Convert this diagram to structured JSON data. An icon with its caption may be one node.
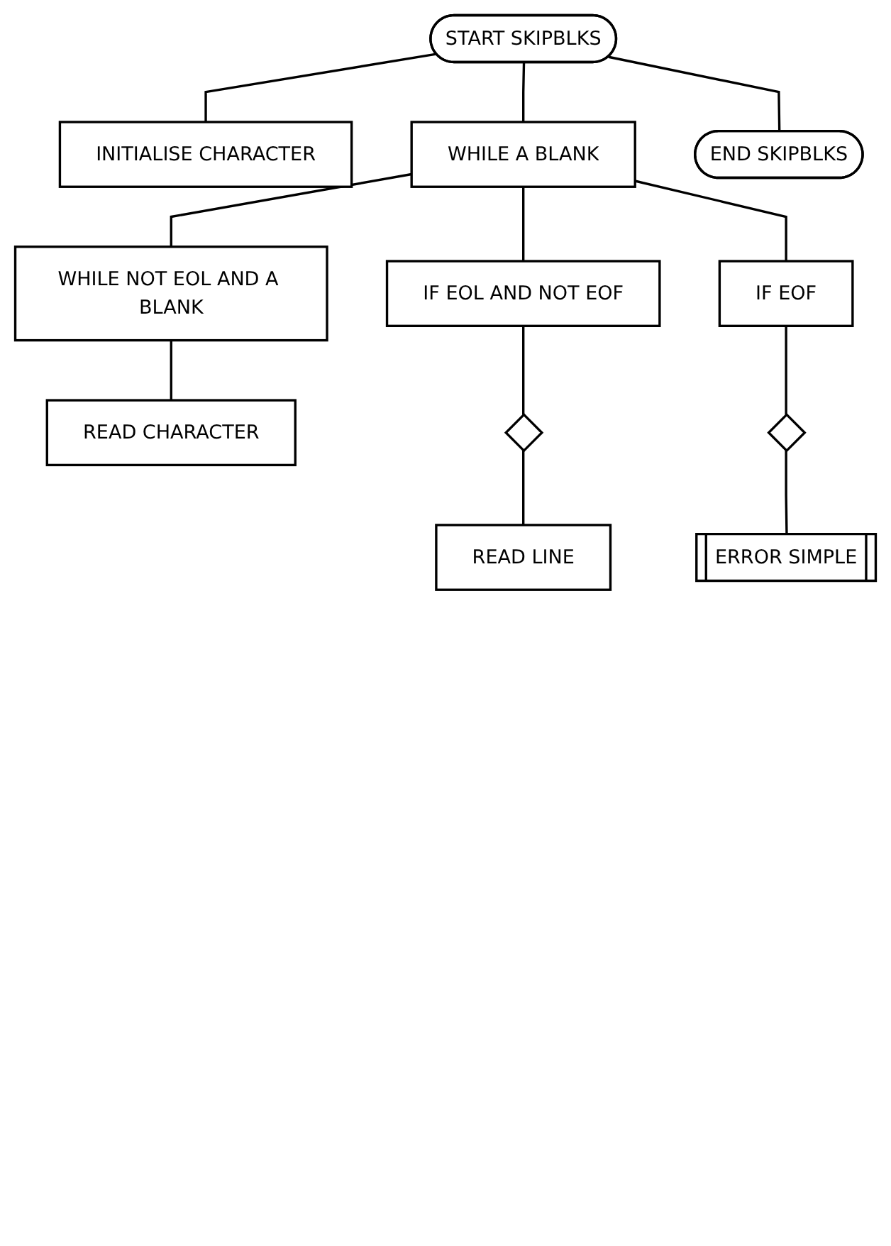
{
  "diagram": {
    "nodes": [
      {
        "text": [
          "START SKIPBLKS"
        ]
      },
      {
        "text": [
          "INITIALISE CHARACTER"
        ]
      },
      {
        "text": [
          "WHILE A BLANK"
        ]
      },
      {
        "text": [
          "WHILE NOT EOL AND A BLANK"
        ]
      },
      {
        "text": [
          "READ CHARACTER"
        ]
      },
      {
        "text": [
          "IF EOL AND NOT EOF"
        ]
      },
      {
        "text": [],
        "shape": "diamond"
      },
      {
        "text": [
          "READ LINE"
        ]
      },
      {
        "text": [
          "IF EOF"
        ]
      },
      {
        "text": [],
        "shape": "diamond"
      },
      {
        "text": [
          "ERROR SIMPLE"
        ]
      },
      {
        "text": [
          "END SKIPBLKS"
        ]
      }
    ],
    "edges": [
      {
        "from": 0,
        "to": 1,
        "arrow": "none"
      },
      {
        "from": 0,
        "to": 2,
        "arrow": "none"
      },
      {
        "from": 2,
        "to": 3,
        "arrow": "none"
      },
      {
        "from": 3,
        "to": 4,
        "arrow": "none"
      },
      {
        "from": 2,
        "to": 5,
        "arrow": "none"
      },
      {
        "from": 5,
        "to": 6,
        "arrow": "none"
      },
      {
        "from": 6,
        "to": 7,
        "arrow": "none"
      },
      {
        "from": 2,
        "to": 8,
        "arrow": "none"
      },
      {
        "from": 8,
        "to": 9,
        "arrow": "none"
      },
      {
        "from": 9,
        "to": 10,
        "arrow": "none"
      },
      {
        "from": 0,
        "to": 11,
        "arrow": "none"
      }
    ]
  }
}
